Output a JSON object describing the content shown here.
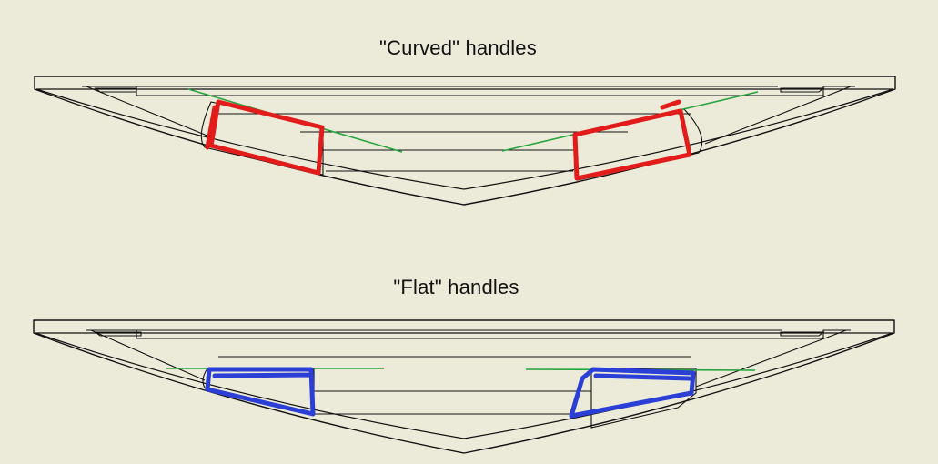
{
  "diagram": {
    "sections": [
      {
        "id": "curved",
        "title": "\"Curved\" handles",
        "handle_color": "#e21b1b"
      },
      {
        "id": "flat",
        "title": "\"Flat\" handles",
        "handle_color": "#2b3fd6"
      }
    ],
    "guide_color": "#27a33f",
    "line_color": "#111111",
    "background": "#ecebd9"
  }
}
